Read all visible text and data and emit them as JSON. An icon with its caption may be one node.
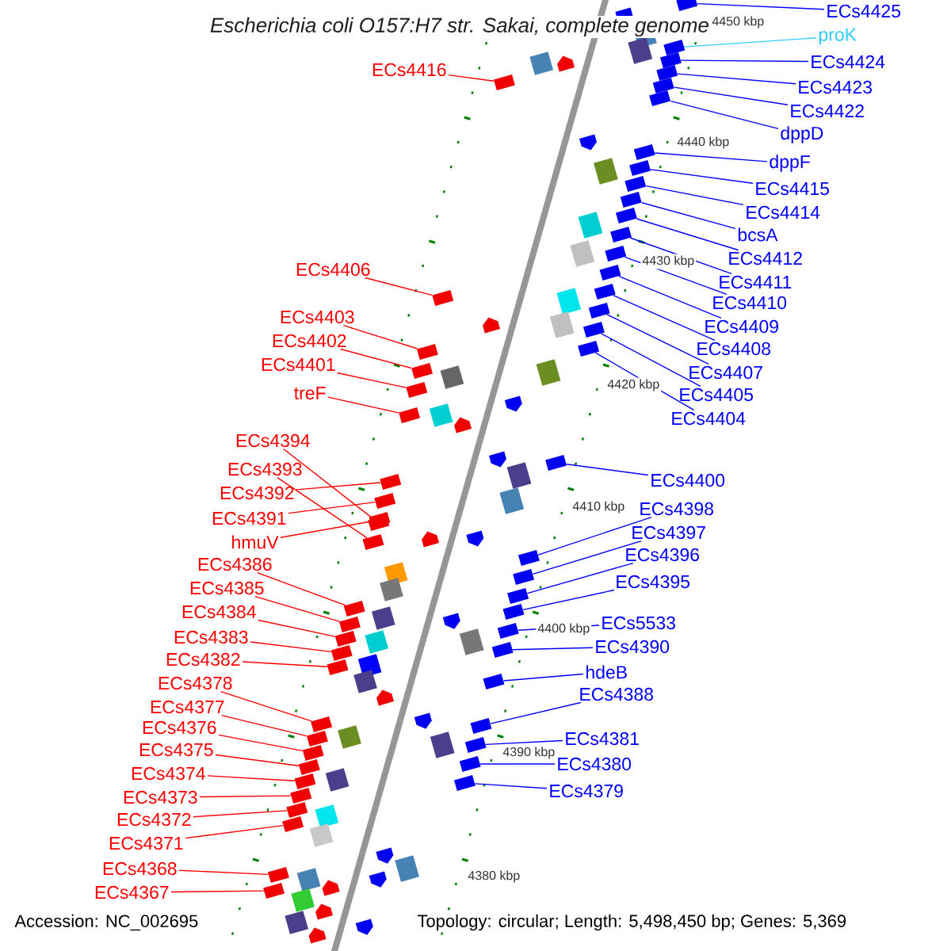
{
  "diagram": {
    "title": "Escherichia coli O157:H7 str. Sakai, complete genome",
    "nodes": [
      {
        "text": [
          "ECs4425"
        ]
      },
      {
        "text": [
          "proK"
        ]
      },
      {
        "text": [
          "ECs4424"
        ]
      },
      {
        "text": [
          "ECs4416"
        ]
      },
      {
        "text": [
          "ECs4423"
        ]
      },
      {
        "text": [
          "ECs4422"
        ]
      },
      {
        "text": [
          "dppD"
        ]
      },
      {
        "text": [
          "dppF"
        ]
      },
      {
        "text": [
          "ECs4415"
        ]
      },
      {
        "text": [
          "ECs4414"
        ]
      },
      {
        "text": [
          "bcsA"
        ]
      },
      {
        "text": [
          "ECs4412"
        ]
      },
      {
        "text": [
          "ECs4406"
        ]
      },
      {
        "text": [
          "ECs4411"
        ]
      },
      {
        "text": [
          "ECs4410"
        ]
      },
      {
        "text": [
          "ECs4403"
        ]
      },
      {
        "text": [
          "ECs4409"
        ]
      },
      {
        "text": [
          "ECs4402"
        ]
      },
      {
        "text": [
          "ECs4408"
        ]
      },
      {
        "text": [
          "ECs4401"
        ]
      },
      {
        "text": [
          "ECs4407"
        ]
      },
      {
        "text": [
          "treF"
        ]
      },
      {
        "text": [
          "ECs4405"
        ]
      },
      {
        "text": [
          "ECs4404"
        ]
      },
      {
        "text": [
          "ECs4394"
        ]
      },
      {
        "text": [
          "ECs4393"
        ]
      },
      {
        "text": [
          "ECs4400"
        ]
      },
      {
        "text": [
          "ECs4392"
        ]
      },
      {
        "text": [
          "ECs4398"
        ]
      },
      {
        "text": [
          "ECs4391"
        ]
      },
      {
        "text": [
          "ECs4397"
        ]
      },
      {
        "text": [
          "hmuV"
        ]
      },
      {
        "text": [
          "ECs4396"
        ]
      },
      {
        "text": [
          "ECs4386"
        ]
      },
      {
        "text": [
          "ECs4395"
        ]
      },
      {
        "text": [
          "ECs4385"
        ]
      },
      {
        "text": [
          "ECs4384"
        ]
      },
      {
        "text": [
          "ECs5533"
        ]
      },
      {
        "text": [
          "ECs4383"
        ]
      },
      {
        "text": [
          "ECs4390"
        ]
      },
      {
        "text": [
          "ECs4382"
        ]
      },
      {
        "text": [
          "hdeB"
        ]
      },
      {
        "text": [
          "ECs4378"
        ]
      },
      {
        "text": [
          "ECs4388"
        ]
      },
      {
        "text": [
          "ECs4377"
        ]
      },
      {
        "text": [
          "ECs4376"
        ]
      },
      {
        "text": [
          "ECs4381"
        ]
      },
      {
        "text": [
          "ECs4375"
        ]
      },
      {
        "text": [
          "ECs4380"
        ]
      },
      {
        "text": [
          "ECs4374"
        ]
      },
      {
        "text": [
          "ECs4379"
        ]
      },
      {
        "text": [
          "ECs4373"
        ]
      },
      {
        "text": [
          "ECs4372"
        ]
      },
      {
        "text": [
          "ECs4371"
        ]
      },
      {
        "text": [
          "ECs4368"
        ]
      },
      {
        "text": [
          "ECs4367"
        ]
      },
      {
        "text": [],
        "shape": "box"
      },
      {
        "text": [],
        "shape": "box"
      },
      {
        "text": [],
        "shape": "box"
      },
      {
        "text": [],
        "shape": "box"
      },
      {
        "text": [],
        "shape": "box"
      },
      {
        "text": [],
        "shape": "box"
      },
      {
        "text": [],
        "shape": "box"
      },
      {
        "text": [],
        "shape": "box"
      },
      {
        "text": [],
        "shape": "box"
      },
      {
        "text": [],
        "shape": "box"
      },
      {
        "text": [],
        "shape": "box"
      },
      {
        "text": [],
        "shape": "box"
      },
      {
        "text": [],
        "shape": "box"
      },
      {
        "text": [],
        "shape": "box"
      },
      {
        "text": [],
        "shape": "box"
      },
      {
        "text": [],
        "shape": "box"
      },
      {
        "text": [],
        "shape": "box"
      },
      {
        "text": [],
        "shape": "box"
      },
      {
        "text": [],
        "shape": "box"
      },
      {
        "text": [],
        "shape": "box"
      },
      {
        "text": [],
        "shape": "box"
      },
      {
        "text": [],
        "shape": "box"
      },
      {
        "text": [],
        "shape": "box"
      },
      {
        "text": [],
        "shape": "box"
      },
      {
        "text": [],
        "shape": "box"
      },
      {
        "text": [],
        "shape": "box"
      },
      {
        "text": [],
        "shape": "box"
      },
      {
        "text": [],
        "shape": "box"
      },
      {
        "text": [],
        "shape": "box"
      },
      {
        "text": [],
        "shape": "box"
      },
      {
        "text": [],
        "shape": "box"
      },
      {
        "text": [],
        "shape": "box"
      },
      {
        "text": [],
        "shape": "box"
      },
      {
        "text": [],
        "shape": "box"
      },
      {
        "text": [],
        "shape": "box"
      },
      {
        "text": [],
        "shape": "box"
      },
      {
        "text": [],
        "shape": "box"
      },
      {
        "text": [],
        "shape": "box"
      },
      {
        "text": [],
        "shape": "box"
      },
      {
        "text": [],
        "shape": "box"
      },
      {
        "text": [],
        "shape": "box"
      },
      {
        "text": [],
        "shape": "box"
      },
      {
        "text": [],
        "shape": "box"
      },
      {
        "text": [],
        "shape": "box"
      },
      {
        "text": [],
        "shape": "box"
      },
      {
        "text": [],
        "shape": "box"
      },
      {
        "text": [],
        "shape": "box"
      },
      {
        "text": [],
        "shape": "box"
      },
      {
        "text": [],
        "shape": "box"
      },
      {
        "text": [],
        "shape": "box"
      },
      {
        "text": [],
        "shape": "box"
      },
      {
        "text": [],
        "shape": "box"
      },
      {
        "text": [],
        "shape": "box"
      },
      {
        "text": [],
        "shape": "box"
      },
      {
        "text": [],
        "shape": "box"
      },
      {
        "text": [],
        "shape": "box"
      }
    ],
    "edges": [
      {
        "from": 0,
        "to": 56,
        "arrow": "none"
      },
      {
        "from": 1,
        "to": 57,
        "arrow": "none",
        "color": "#33ccff"
      },
      {
        "from": 2,
        "to": 58,
        "arrow": "none"
      },
      {
        "from": 3,
        "to": 59,
        "arrow": "none",
        "color": "#ff0000"
      },
      {
        "from": 4,
        "to": 60,
        "arrow": "none"
      },
      {
        "from": 5,
        "to": 61,
        "arrow": "none"
      },
      {
        "from": 6,
        "to": 62,
        "arrow": "none"
      },
      {
        "from": 7,
        "to": 63,
        "arrow": "none"
      },
      {
        "from": 8,
        "to": 64,
        "arrow": "none"
      },
      {
        "from": 9,
        "to": 65,
        "arrow": "none"
      },
      {
        "from": 10,
        "to": 66,
        "arrow": "none"
      },
      {
        "from": 11,
        "to": 67,
        "arrow": "none"
      },
      {
        "from": 12,
        "to": 68,
        "arrow": "none",
        "color": "#ff0000"
      },
      {
        "from": 13,
        "to": 69,
        "arrow": "none"
      },
      {
        "from": 14,
        "to": 70,
        "arrow": "none"
      },
      {
        "from": 15,
        "to": 71,
        "arrow": "none",
        "color": "#ff0000"
      },
      {
        "from": 16,
        "to": 72,
        "arrow": "none"
      },
      {
        "from": 17,
        "to": 73,
        "arrow": "none",
        "color": "#ff0000"
      },
      {
        "from": 18,
        "to": 74,
        "arrow": "none"
      },
      {
        "from": 19,
        "to": 75,
        "arrow": "none",
        "color": "#ff0000"
      },
      {
        "from": 20,
        "to": 76,
        "arrow": "none"
      },
      {
        "from": 21,
        "to": 77,
        "arrow": "none",
        "color": "#ff0000"
      },
      {
        "from": 22,
        "to": 78,
        "arrow": "none"
      },
      {
        "from": 23,
        "to": 79,
        "arrow": "none"
      },
      {
        "from": 24,
        "to": 80,
        "arrow": "none",
        "color": "#ff0000"
      },
      {
        "from": 25,
        "to": 81,
        "arrow": "none",
        "color": "#ff0000"
      },
      {
        "from": 26,
        "to": 82,
        "arrow": "none"
      },
      {
        "from": 27,
        "to": 83,
        "arrow": "none",
        "color": "#ff0000"
      },
      {
        "from": 28,
        "to": 84,
        "arrow": "none"
      },
      {
        "from": 29,
        "to": 85,
        "arrow": "none",
        "color": "#ff0000"
      },
      {
        "from": 30,
        "to": 86,
        "arrow": "none"
      },
      {
        "from": 31,
        "to": 87,
        "arrow": "none",
        "color": "#ff0000"
      },
      {
        "from": 32,
        "to": 88,
        "arrow": "none"
      },
      {
        "from": 33,
        "to": 89,
        "arrow": "none",
        "color": "#ff0000"
      },
      {
        "from": 34,
        "to": 90,
        "arrow": "none"
      },
      {
        "from": 35,
        "to": 91,
        "arrow": "none",
        "color": "#ff0000"
      },
      {
        "from": 36,
        "to": 92,
        "arrow": "none",
        "color": "#ff0000"
      },
      {
        "from": 37,
        "to": 93,
        "arrow": "none"
      },
      {
        "from": 38,
        "to": 94,
        "arrow": "none",
        "color": "#ff0000"
      },
      {
        "from": 39,
        "to": 95,
        "arrow": "none"
      },
      {
        "from": 40,
        "to": 96,
        "arrow": "none",
        "color": "#ff0000"
      },
      {
        "from": 41,
        "to": 97,
        "arrow": "none"
      },
      {
        "from": 42,
        "to": 98,
        "arrow": "none",
        "color": "#ff0000"
      },
      {
        "from": 43,
        "to": 99,
        "arrow": "none"
      },
      {
        "from": 44,
        "to": 100,
        "arrow": "none",
        "color": "#ff0000"
      },
      {
        "from": 45,
        "to": 101,
        "arrow": "none",
        "color": "#ff0000"
      },
      {
        "from": 46,
        "to": 102,
        "arrow": "none"
      },
      {
        "from": 47,
        "to": 103,
        "arrow": "none",
        "color": "#ff0000"
      },
      {
        "from": 48,
        "to": 104,
        "arrow": "none"
      },
      {
        "from": 49,
        "to": 105,
        "arrow": "none",
        "color": "#ff0000"
      },
      {
        "from": 50,
        "to": 106,
        "arrow": "none"
      },
      {
        "from": 51,
        "to": 107,
        "arrow": "none",
        "color": "#ff0000"
      },
      {
        "from": 52,
        "to": 108,
        "arrow": "none",
        "color": "#ff0000"
      },
      {
        "from": 53,
        "to": 109,
        "arrow": "none",
        "color": "#ff0000"
      },
      {
        "from": 54,
        "to": 110,
        "arrow": "none",
        "color": "#ff0000"
      },
      {
        "from": 55,
        "to": 111,
        "arrow": "none",
        "color": "#ff0000"
      }
    ],
    "labels": [
      "4450 kbp",
      "4440 kbp",
      "4430 kbp",
      "4420 kbp",
      "4410 kbp",
      "4400 kbp",
      "4390 kbp",
      "4380 kbp",
      "Accession: NC_002695",
      "Topology: circular; Length: 5,498,450 bp; Genes: 5,369"
    ]
  }
}
